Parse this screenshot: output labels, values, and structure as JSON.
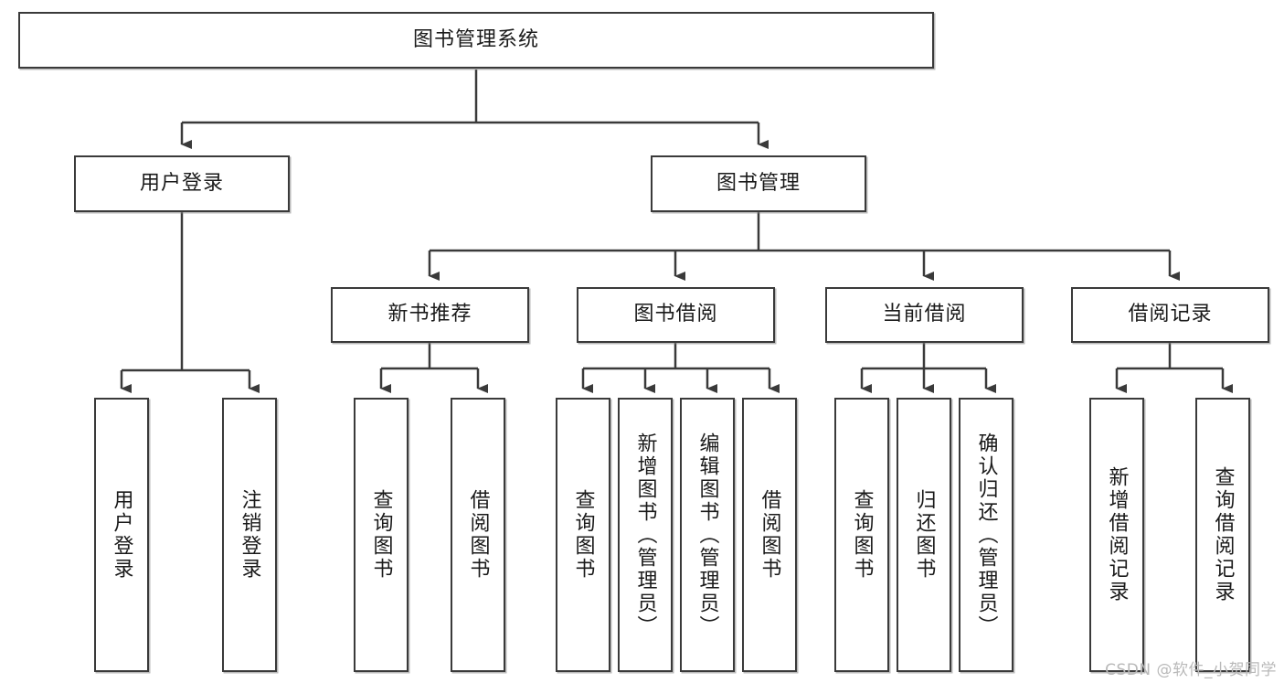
{
  "diagram": {
    "title": "图书管理系统",
    "watermark": "CSDN @软件_小贺同学",
    "colors": {
      "stroke": "#3a3a3a",
      "fill": "#ffffff",
      "text": "#1a1a1a",
      "watermark": "#b9b9b9"
    },
    "levels": {
      "root": {
        "label": "图书管理系统"
      },
      "level2": [
        {
          "label": "用户登录"
        },
        {
          "label": "图书管理"
        }
      ],
      "level3": [
        {
          "label": "新书推荐"
        },
        {
          "label": "图书借阅"
        },
        {
          "label": "当前借阅"
        },
        {
          "label": "借阅记录"
        }
      ],
      "leaves": [
        {
          "label": "用户登录"
        },
        {
          "label": "注销登录"
        },
        {
          "label": "查询图书"
        },
        {
          "label": "借阅图书"
        },
        {
          "label": "查询图书"
        },
        {
          "label": "新增图书（管理员）"
        },
        {
          "label": "编辑图书（管理员）"
        },
        {
          "label": "借阅图书"
        },
        {
          "label": "查询图书"
        },
        {
          "label": "归还图书"
        },
        {
          "label": "确认归还（管理员）"
        },
        {
          "label": "新增借阅记录"
        },
        {
          "label": "查询借阅记录"
        }
      ]
    },
    "tree": {
      "图书管理系统": [
        "用户登录",
        "图书管理"
      ],
      "用户登录": [
        "用户登录",
        "注销登录"
      ],
      "图书管理": [
        "新书推荐",
        "图书借阅",
        "当前借阅",
        "借阅记录"
      ],
      "新书推荐": [
        "查询图书",
        "借阅图书"
      ],
      "图书借阅": [
        "查询图书",
        "新增图书（管理员）",
        "编辑图书（管理员）",
        "借阅图书"
      ],
      "当前借阅": [
        "查询图书",
        "归还图书",
        "确认归还（管理员）"
      ],
      "借阅记录": [
        "新增借阅记录",
        "查询借阅记录"
      ]
    }
  }
}
